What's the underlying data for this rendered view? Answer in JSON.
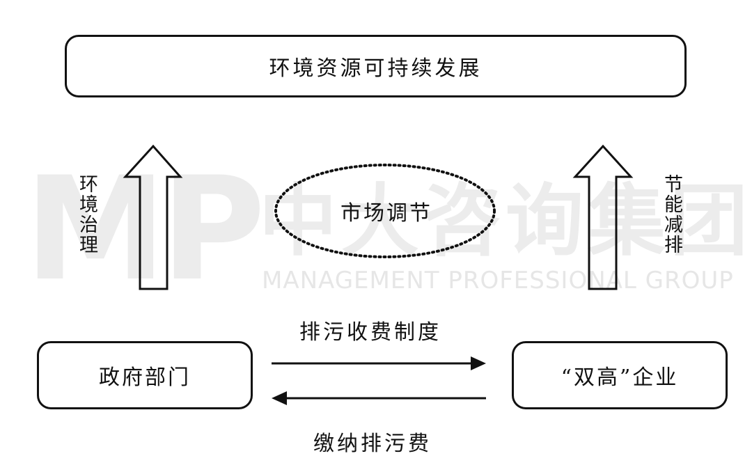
{
  "watermark": {
    "logo": "MP",
    "chinese": "中大咨询集团",
    "english": "MANAGEMENT PROFESSIONAL GROUP"
  },
  "top_box": {
    "label": "环境资源可持续发展"
  },
  "left_arrow": {
    "label": "环境治理"
  },
  "right_arrow": {
    "label": "节能减排"
  },
  "center_ellipse": {
    "label": "市场调节"
  },
  "bottom_left_box": {
    "label": "政府部门"
  },
  "bottom_right_box": {
    "label": "“双高”企业"
  },
  "forward_arrow": {
    "label": "排污收费制度"
  },
  "backward_arrow": {
    "label": "缴纳排污费"
  }
}
